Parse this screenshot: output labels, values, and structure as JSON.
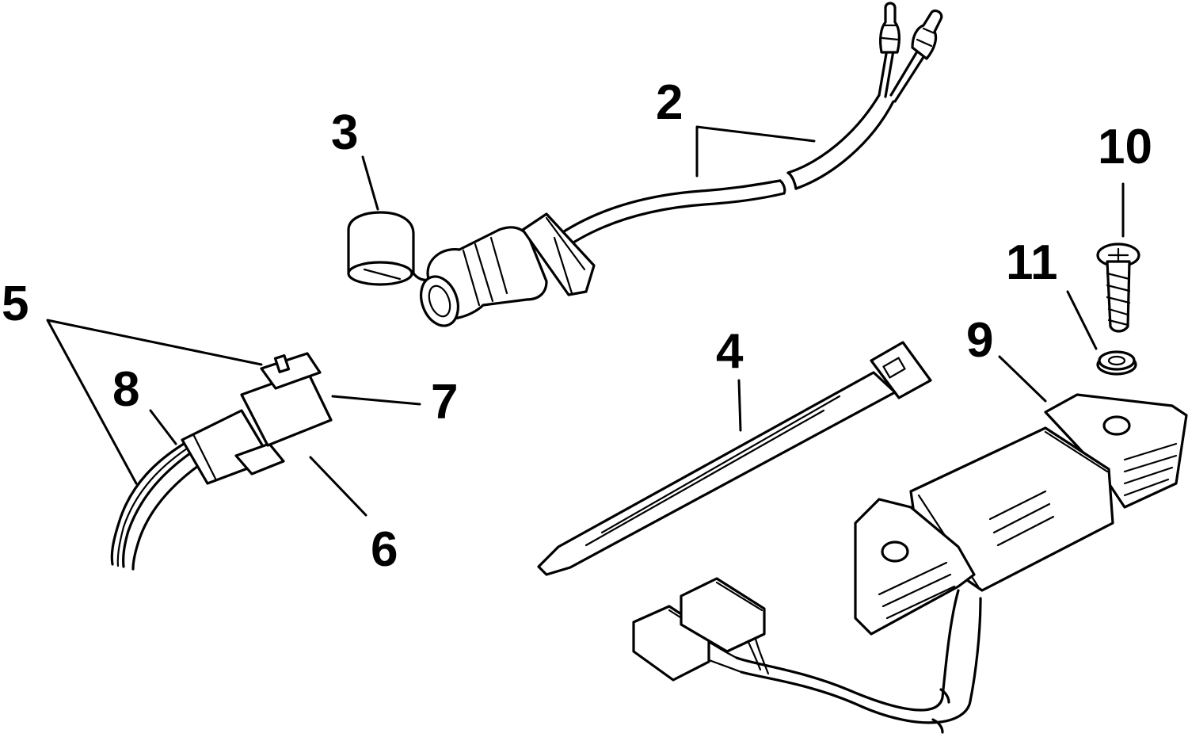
{
  "callouts": {
    "c1": "2",
    "c2": "3",
    "c3": "10",
    "c4": "11",
    "c5": "5",
    "c6": "8",
    "c7": "7",
    "c8": "4",
    "c9": "9",
    "c10": "6"
  },
  "colors": {
    "ink": "#000000",
    "paper": "#ffffff"
  }
}
